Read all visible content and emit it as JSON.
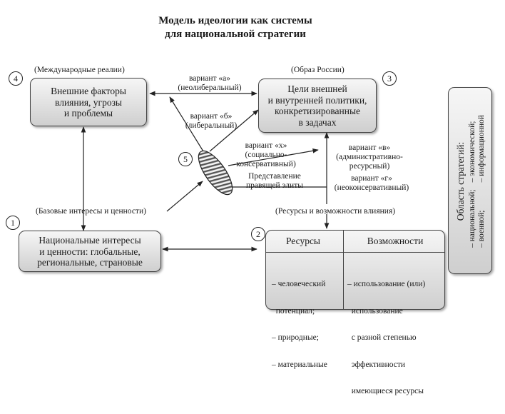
{
  "title_line1": "Модель идеологии как системы",
  "title_line2": "для национальной стратегии",
  "box_external": {
    "number": "4",
    "caption": "(Международные реалии)",
    "lines": [
      "Внешние факторы",
      "влияния, угрозы",
      "и проблемы"
    ]
  },
  "box_goals": {
    "number": "3",
    "caption": "(Образ России)",
    "lines": [
      "Цели внешней",
      "и внутренней политики,",
      "конкретизированные",
      "в задачах"
    ]
  },
  "box_national": {
    "number": "1",
    "caption": "(Базовые интересы и ценности)",
    "lines": [
      "Национальные интересы",
      "и ценности: глобальные,",
      "региональные, страновые"
    ]
  },
  "box_resources": {
    "number": "2",
    "caption": "(Ресурсы и возможности влияния)",
    "col1_header": "Ресурсы",
    "col2_header": "Возможности",
    "col1_lines": [
      "– человеческий",
      "  потенциал;",
      "– природные;",
      "– материальные"
    ],
    "col2_lines": [
      "– использование (или)",
      "  использование",
      "  с разной степенью",
      "  эффективности",
      "  имеющиеся ресурсы"
    ]
  },
  "elite": {
    "number": "5",
    "lines": [
      "Представление",
      "правящей элиты"
    ]
  },
  "variants": {
    "a": [
      "вариант «а»",
      "(неолиберальный)"
    ],
    "b": [
      "вариант «б»",
      "(либеральный)"
    ],
    "x": [
      "вариант «х»",
      "(социально-",
      "консервативный)"
    ],
    "v": [
      "вариант «в»",
      "(административно-",
      "ресурсный)"
    ],
    "g": [
      "вариант «г»",
      "(неоконсервативный)"
    ]
  },
  "strategies": {
    "title": "Область стратегий:",
    "col1": [
      "– национальной;",
      "– военной;"
    ],
    "col2": [
      "– экономической;",
      "– информационной"
    ]
  }
}
